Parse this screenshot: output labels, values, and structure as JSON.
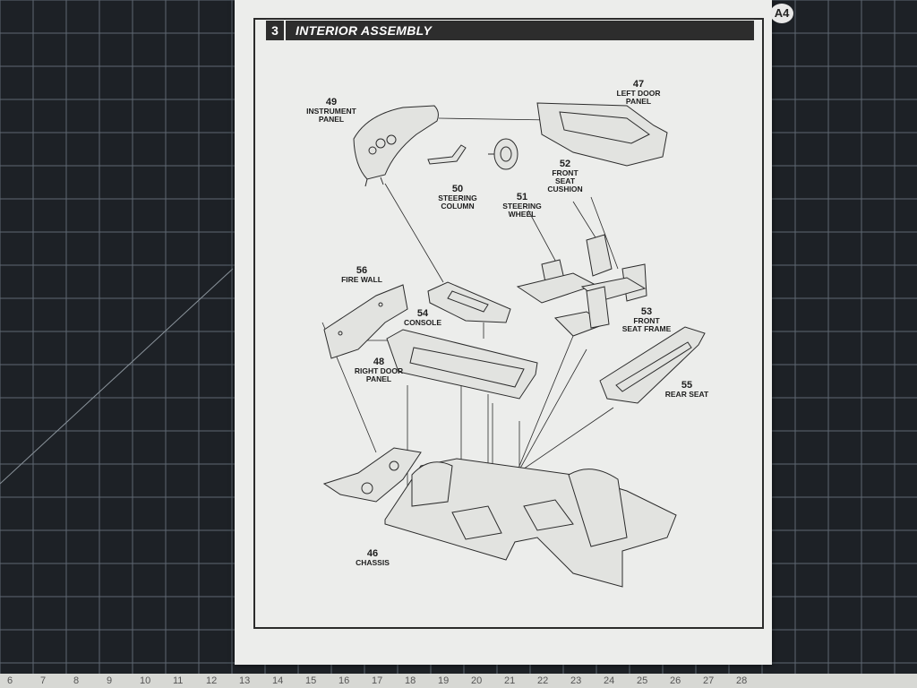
{
  "step": {
    "number": "3",
    "title": "INTERIOR ASSEMBLY"
  },
  "page_badge": "A4",
  "parts": {
    "p49": {
      "num": "49",
      "name1": "INSTRUMENT",
      "name2": "PANEL"
    },
    "p47": {
      "num": "47",
      "name1": "LEFT DOOR",
      "name2": "PANEL"
    },
    "p50": {
      "num": "50",
      "name1": "STEERING",
      "name2": "COLUMN"
    },
    "p51": {
      "num": "51",
      "name1": "STEERING",
      "name2": "WHEEL"
    },
    "p52": {
      "num": "52",
      "name1": "FRONT",
      "name2": "SEAT",
      "name3": "CUSHION"
    },
    "p56": {
      "num": "56",
      "name1": "FIRE WALL"
    },
    "p54": {
      "num": "54",
      "name1": "CONSOLE"
    },
    "p53": {
      "num": "53",
      "name1": "FRONT",
      "name2": "SEAT FRAME"
    },
    "p48": {
      "num": "48",
      "name1": "RIGHT DOOR",
      "name2": "PANEL"
    },
    "p55": {
      "num": "55",
      "name1": "REAR SEAT"
    },
    "p46": {
      "num": "46",
      "name1": "CHASSIS"
    }
  },
  "ruler": [
    "6",
    "7",
    "8",
    "9",
    "10",
    "11",
    "12",
    "13",
    "14",
    "15",
    "16",
    "17",
    "18",
    "19",
    "20",
    "21",
    "22",
    "23",
    "24",
    "25",
    "26",
    "27",
    "28"
  ],
  "colors": {
    "mat": "#1d2126",
    "grid": "#5e6872",
    "paper": "#ecedeb",
    "ink": "#2b2b2b",
    "ruler": "#d7d8d4"
  }
}
